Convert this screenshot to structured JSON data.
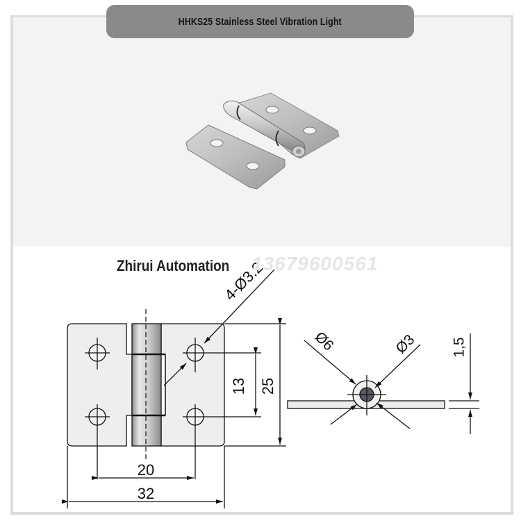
{
  "header": {
    "title": "HHKS25 Stainless Steel Vibration Light"
  },
  "product_photo": {
    "subject": "stainless steel hinge",
    "background": "#f3f3f3"
  },
  "drawing": {
    "brand": "Zhirui Automation",
    "watermark": "13679600561",
    "dimensions": {
      "hole_callout": "4-Ø3.2",
      "hole_spacing_vertical": "13",
      "height": "25",
      "hole_spacing_horizontal": "20",
      "width": "32",
      "outer_diameter": "Ø6",
      "pin_diameter": "Ø3",
      "thickness": "1,5"
    }
  },
  "colors": {
    "pill_bg": "#8a8a8a",
    "frame_border": "#dcdcdc",
    "plate_fill": "#eeeeee",
    "line": "#111111"
  }
}
